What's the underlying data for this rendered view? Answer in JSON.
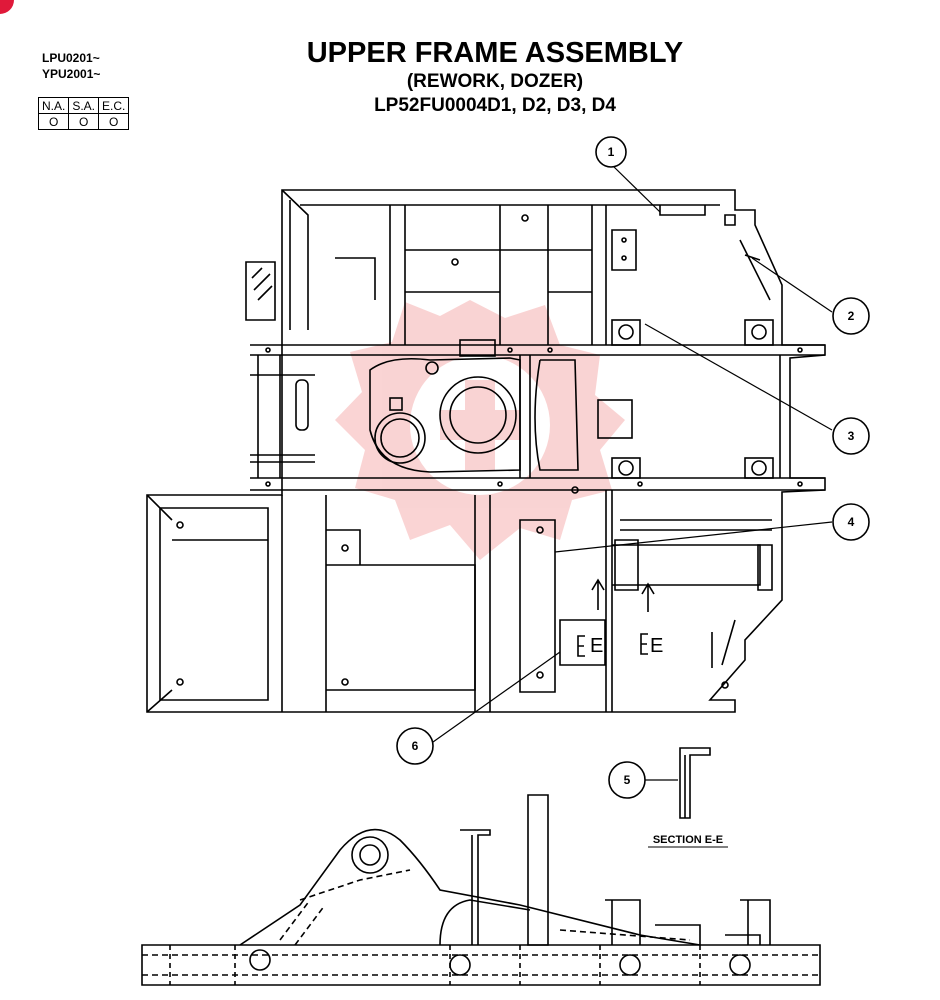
{
  "header": {
    "serial_ranges": [
      "LPU0201~",
      "YPU2001~"
    ],
    "applicability": {
      "headers": [
        "N.A.",
        "S.A.",
        "E.C."
      ],
      "marks": [
        "O",
        "O",
        "O"
      ]
    },
    "title": "UPPER FRAME ASSEMBLY",
    "subtitle": "(REWORK, DOZER)",
    "part_number": "LP52FU0004D1, D2, D3, D4"
  },
  "callouts": [
    "1",
    "2",
    "3",
    "4",
    "5",
    "6"
  ],
  "section": {
    "view_letter": "E",
    "label": "SECTION E-E"
  },
  "colors": {
    "ink": "#000000",
    "watermark": "#e83a3a",
    "corner_mark": "#e0193a"
  }
}
